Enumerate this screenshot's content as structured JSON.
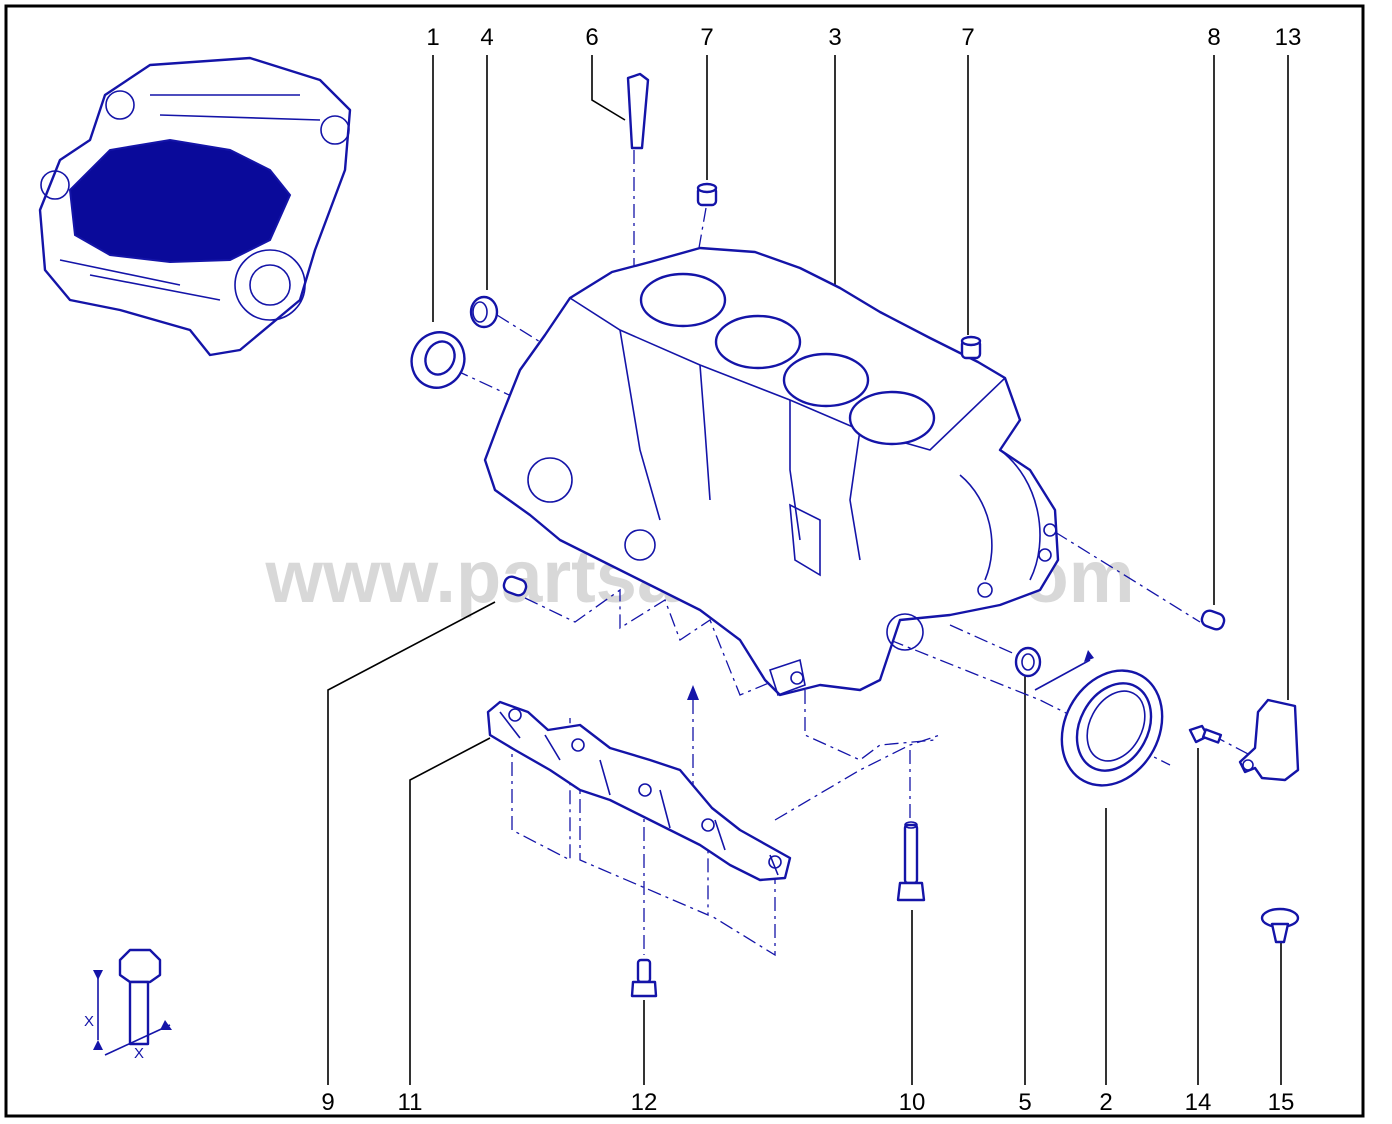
{
  "diagram": {
    "watermark": "www.partsaudi4you.com",
    "callouts": [
      "1",
      "4",
      "6",
      "7",
      "3",
      "7",
      "8",
      "13",
      "9",
      "11",
      "12",
      "10",
      "5",
      "2",
      "14",
      "15"
    ],
    "torque_symbol_label": "X",
    "colors": {
      "line_art": "#1414a8",
      "frame": "#000000",
      "watermark": "#b9b9b9"
    }
  }
}
